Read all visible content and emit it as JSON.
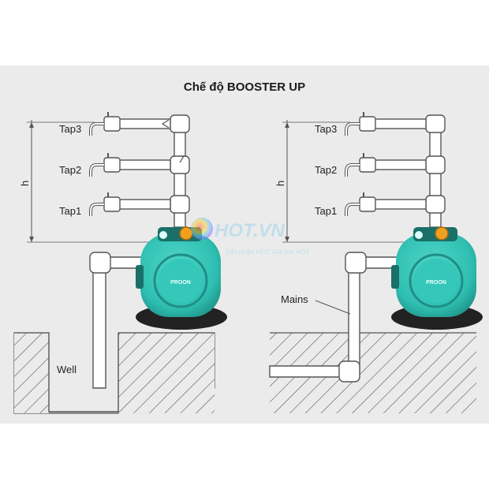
{
  "title": "Chế độ BOOSTER UP",
  "height_label": "h",
  "left_panel": {
    "taps": [
      "Tap3",
      "Tap2",
      "Tap1"
    ],
    "source_label": "Well"
  },
  "right_panel": {
    "taps": [
      "Tap3",
      "Tap2",
      "Tap1"
    ],
    "source_label": "Mains"
  },
  "pump_brand": "PROON",
  "watermark": {
    "logo": "HOT.VN",
    "tagline": "Sản phẩm HOT, Giá cực HOT"
  },
  "colors": {
    "background": "#ebebeb",
    "pump_body": "#2fbfb2",
    "pump_dark": "#1f8f86",
    "pump_knob": "#f0a020",
    "pipe": "#ffffff",
    "pipe_outline": "#555555",
    "ground_hatch": "#555555"
  }
}
